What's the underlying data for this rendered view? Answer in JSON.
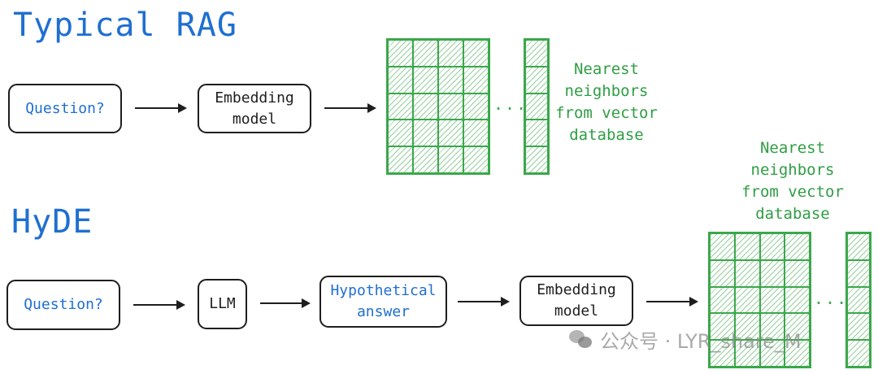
{
  "typical_rag": {
    "title": "Typical RAG",
    "question": "Question?",
    "embedding": "Embedding\nmodel",
    "dots": "...",
    "nearest": "Nearest\nneighbors\nfrom vector\ndatabase"
  },
  "hyde": {
    "title": "HyDE",
    "question": "Question?",
    "llm": "LLM",
    "hypothetical": "Hypothetical\nanswer",
    "embedding": "Embedding\nmodel",
    "dots": "...",
    "nearest": "Nearest\nneighbors\nfrom vector\ndatabase"
  },
  "colors": {
    "title_blue": "#1f6fd1",
    "grid_green": "#3aa84a",
    "stroke": "#1e1e1e"
  },
  "watermark": {
    "text": "公众号 · LYR_share_M"
  }
}
